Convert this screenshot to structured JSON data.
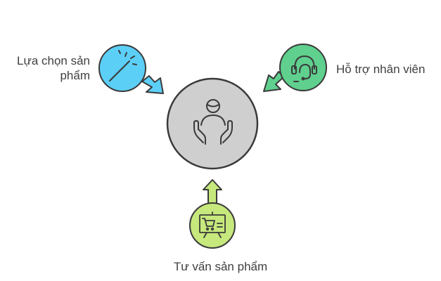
{
  "center": {
    "icon": "caring-hands-person-icon",
    "color": "#cfcfcf"
  },
  "nodes": {
    "product_selection": {
      "label_line1": "Lựa chọn sản",
      "label_line2": "phẩm",
      "icon": "magic-wand-icon",
      "color": "#5ccff7"
    },
    "staff_support": {
      "label": "Hỗ trợ nhân viên",
      "icon": "headset-support-icon",
      "color": "#5fd08e"
    },
    "product_consulting": {
      "label": "Tư vấn sản phẩm",
      "icon": "shopping-cart-presentation-icon",
      "color": "#c6e87c"
    }
  }
}
